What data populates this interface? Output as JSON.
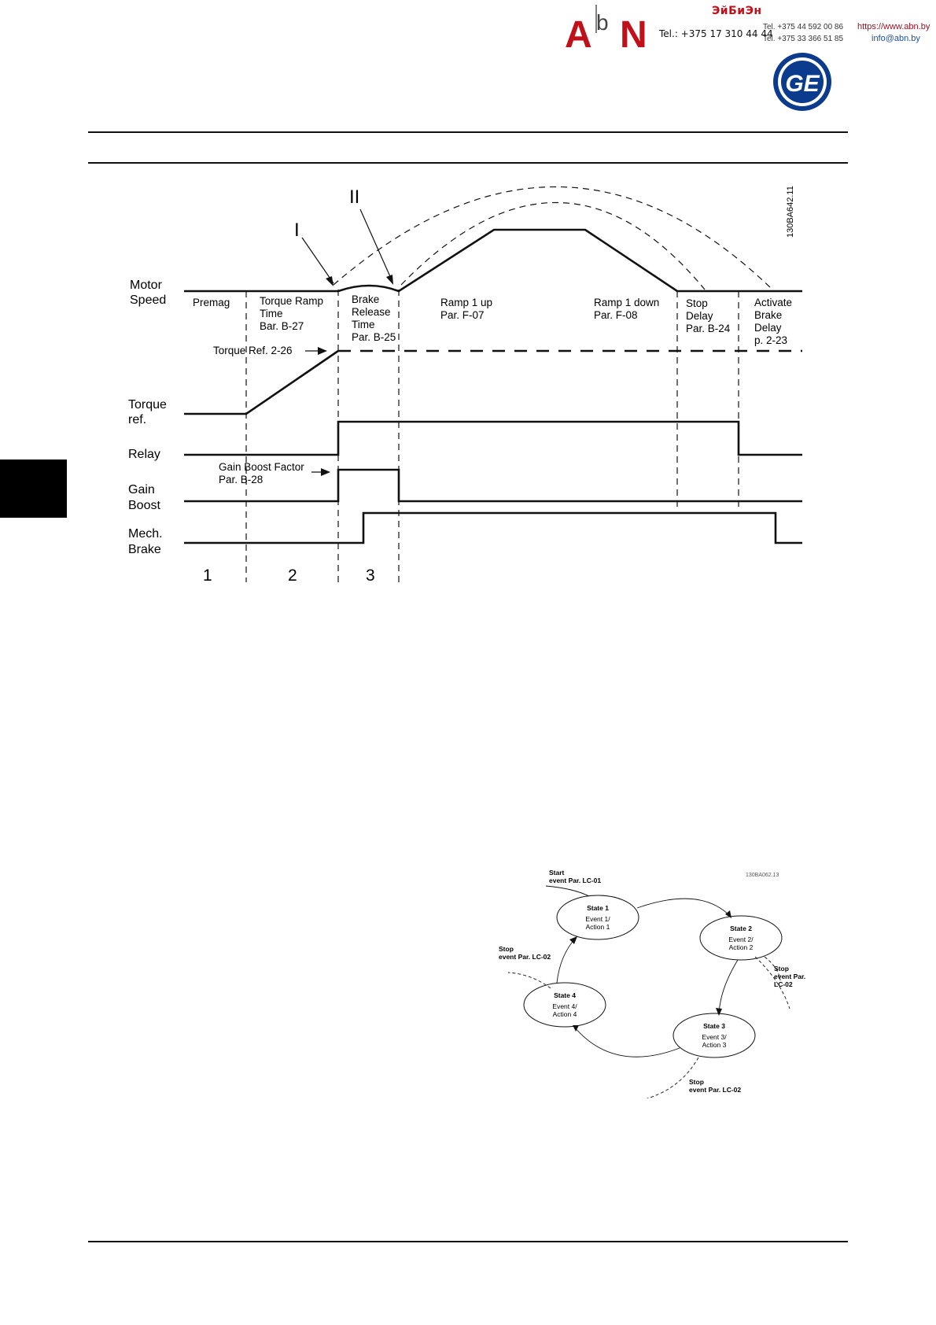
{
  "header": {
    "brand_name": "ЭйБиЭн",
    "phone_main": "Tel.: +375 17 310 44 44",
    "phone_1": "Tel. +375 44 592 00 86",
    "phone_2": "Tel. +375 33 366 51 85",
    "website": "https://www.abn.by",
    "email": "info@abn.by",
    "ge_logo_text": "GE"
  },
  "timing_diagram": {
    "figure_code": "130BA642.11",
    "markers": {
      "one": "I",
      "two": "II"
    },
    "row_labels": {
      "motor_speed": [
        "Motor",
        "Speed"
      ],
      "torque_ref": [
        "Torque",
        "ref."
      ],
      "relay": "Relay",
      "gain_boost": [
        "Gain",
        "Boost"
      ],
      "mech_brake": [
        "Mech.",
        "Brake"
      ]
    },
    "phases": {
      "premag": "Premag",
      "torque_ramp": [
        "Torque Ramp",
        "Time",
        "Bar. B-27"
      ],
      "brake_release": [
        "Brake",
        "Release",
        "Time",
        "Par. B-25"
      ],
      "ramp_up": [
        "Ramp 1 up",
        "Par. F-07"
      ],
      "ramp_down": [
        "Ramp 1 down",
        "Par. F-08"
      ],
      "stop_delay": [
        "Stop",
        "Delay",
        "Par. B-24"
      ],
      "activate_brake": [
        "Activate",
        "Brake",
        "Delay",
        "p. 2-23"
      ]
    },
    "torque_ref_label": "Torque Ref. 2-26",
    "gain_boost_factor": [
      "Gain Boost Factor",
      "Par. B-28"
    ],
    "section_numbers": [
      "1",
      "2",
      "3"
    ]
  },
  "state_diagram": {
    "figure_code": "130BA062.13",
    "start_event": [
      "Start",
      "event Par. LC-01"
    ],
    "states": [
      {
        "title": "State 1",
        "lines": [
          "Event 1/",
          "Action 1"
        ]
      },
      {
        "title": "State 2",
        "lines": [
          "Event 2/",
          "Action 2"
        ]
      },
      {
        "title": "State 3",
        "lines": [
          "Event 3/",
          "Action 3"
        ]
      },
      {
        "title": "State 4",
        "lines": [
          "Event 4/",
          "Action 4"
        ]
      }
    ],
    "stop_events": {
      "left": [
        "Stop",
        "event Par.  LC-02"
      ],
      "right": [
        "Stop",
        "event Par.",
        "LC-02"
      ],
      "bottom": [
        "Stop",
        "event Par.  LC-02"
      ]
    }
  },
  "colors": {
    "brand_red": "#c0101a",
    "link_blue": "#1a4f9a",
    "ge_blue": "#0b3b8c"
  }
}
